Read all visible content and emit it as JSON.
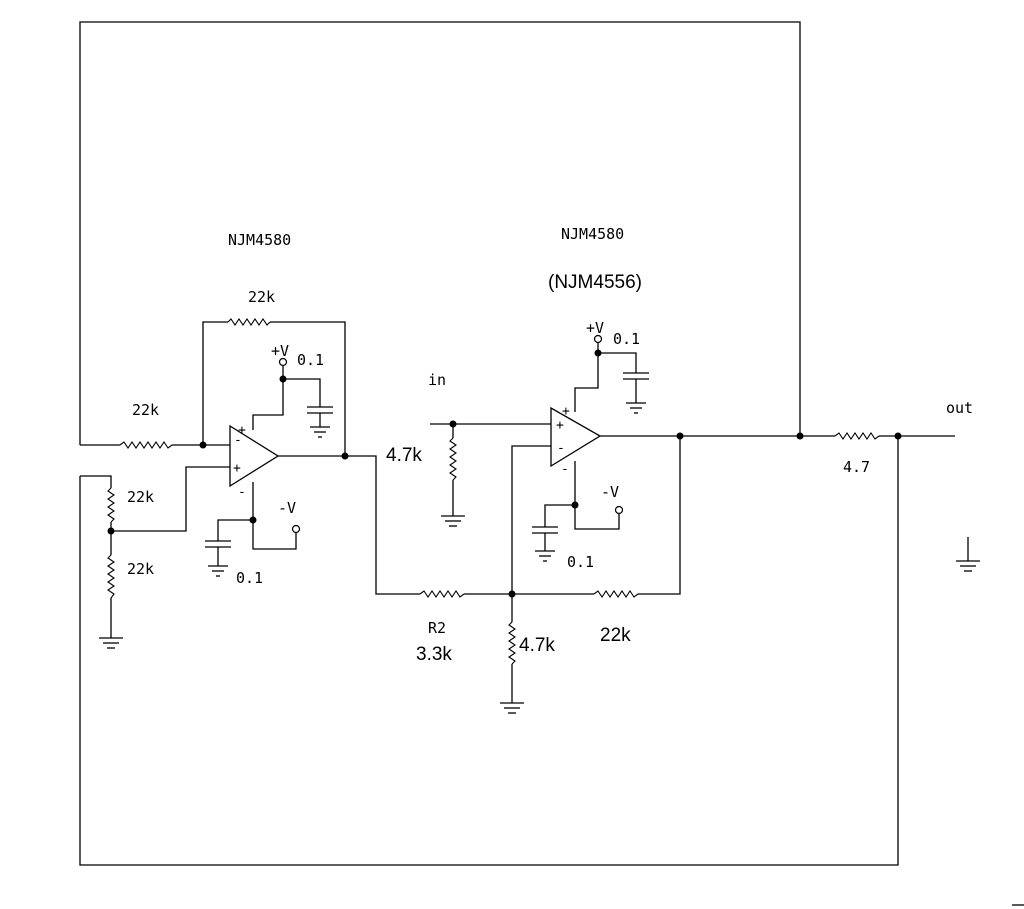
{
  "components": {
    "u1_part": "NJM4580",
    "u2_part": "NJM4580",
    "u2_alt_part": "(NJM4556)",
    "r_fb1": "22k",
    "r_in1": "22k",
    "r_div_top": "22k",
    "r_div_bot": "22k",
    "c_u1_pos": "0.1",
    "c_u1_neg": "0.1",
    "r_in_shunt": "4.7k",
    "r2_name": "R2",
    "r2_value": "3.3k",
    "r_gnd2": "4.7k",
    "r_fb2": "22k",
    "c_u2_pos": "0.1",
    "c_u2_neg": "0.1",
    "r_out": "4.7"
  },
  "ports": {
    "input": "in",
    "output": "out"
  },
  "supply": {
    "pos": "+V",
    "neg": "-V"
  },
  "opamp_pins": {
    "plus": "+",
    "minus": "-"
  }
}
